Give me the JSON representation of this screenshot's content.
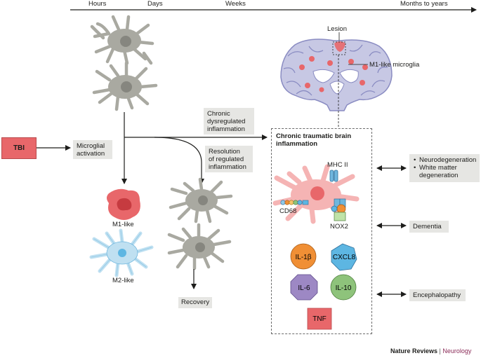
{
  "timeline": {
    "labels": [
      "Hours",
      "Days",
      "Weeks",
      "Months to years"
    ]
  },
  "tbi": "TBI",
  "microglial_activation": "Microglial\nactivation",
  "chronic_dysregulated": "Chronic\ndysregulated\ninflammation",
  "resolution": "Resolution\nof regulated\ninflammation",
  "m1_label": "M1-like",
  "m2_label": "M2-like",
  "recovery": "Recovery",
  "lesion": "Lesion",
  "m1_microglia": "M1-like microglia",
  "chronic_box_title": "Chronic traumatic brain\ninflammation",
  "mhc": "MHC II",
  "cd68": "CD68",
  "nox2": "NOX2",
  "cytokines": [
    "IL-1β",
    "CXCL8",
    "IL-6",
    "IL-10"
  ],
  "tnf": "TNF",
  "outcomes": {
    "neuro": [
      "Neurodegeneration",
      "White matter\ndegeneration"
    ],
    "dementia": "Dementia",
    "encephalopathy": "Encephalopathy"
  },
  "credit": {
    "publisher": "Nature Reviews",
    "separator": " | ",
    "journal": "Neurology"
  },
  "colors": {
    "cell_grey": "#a9a9a1",
    "nucleus_grey": "#86867f",
    "m1_red": "#e8676a",
    "m2_blue": "#bfe0f1",
    "il1b": "#f08f35",
    "cxcl8": "#5db6e2",
    "il6": "#9d88c4",
    "il10": "#8ec37b",
    "tnf": "#e8676a",
    "brain_purple": "#8a8cc2"
  }
}
